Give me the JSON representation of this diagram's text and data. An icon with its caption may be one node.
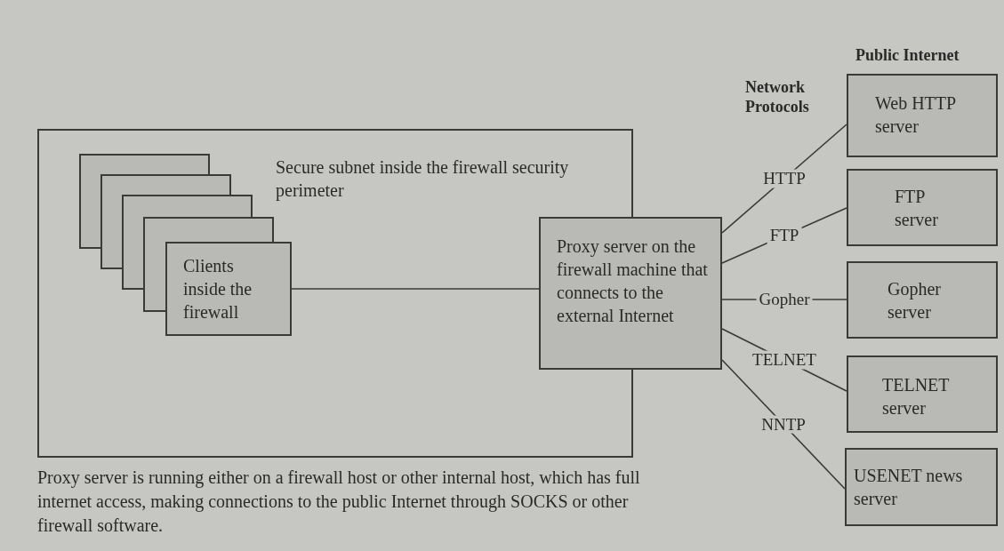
{
  "diagram": {
    "caption": "Proxy server is running either on a firewall host or other internal host, which has full internet access, making connections to the public Internet through SOCKS or other firewall software.",
    "nodes": [
      {
        "text": [
          "Secure subnet inside the firewall security perimeter"
        ]
      },
      {
        "text": [
          "Clients inside the firewall"
        ],
        "in": 0
      },
      {
        "text": [
          "Proxy server on the firewall machine that connects to the external Internet"
        ]
      },
      {
        "text": [
          "Web HTTP server"
        ]
      },
      {
        "text": [
          "FTP server"
        ]
      },
      {
        "text": [
          "Gopher server"
        ]
      },
      {
        "text": [
          "TELNET server"
        ]
      },
      {
        "text": [
          "USENET news server"
        ]
      }
    ],
    "edges": [
      {
        "from": 1,
        "to": 2,
        "arrow": "none"
      },
      {
        "from": 2,
        "to": 3,
        "arrow": "none",
        "label": "HTTP"
      },
      {
        "from": 2,
        "to": 4,
        "arrow": "none",
        "label": "FTP"
      },
      {
        "from": 2,
        "to": 5,
        "arrow": "none",
        "label": "Gopher"
      },
      {
        "from": 2,
        "to": 6,
        "arrow": "none",
        "label": "TELNET"
      },
      {
        "from": 2,
        "to": 7,
        "arrow": "none",
        "label": "NNTP"
      }
    ],
    "labels": [
      "Public Internet",
      "Network Protocols"
    ]
  }
}
